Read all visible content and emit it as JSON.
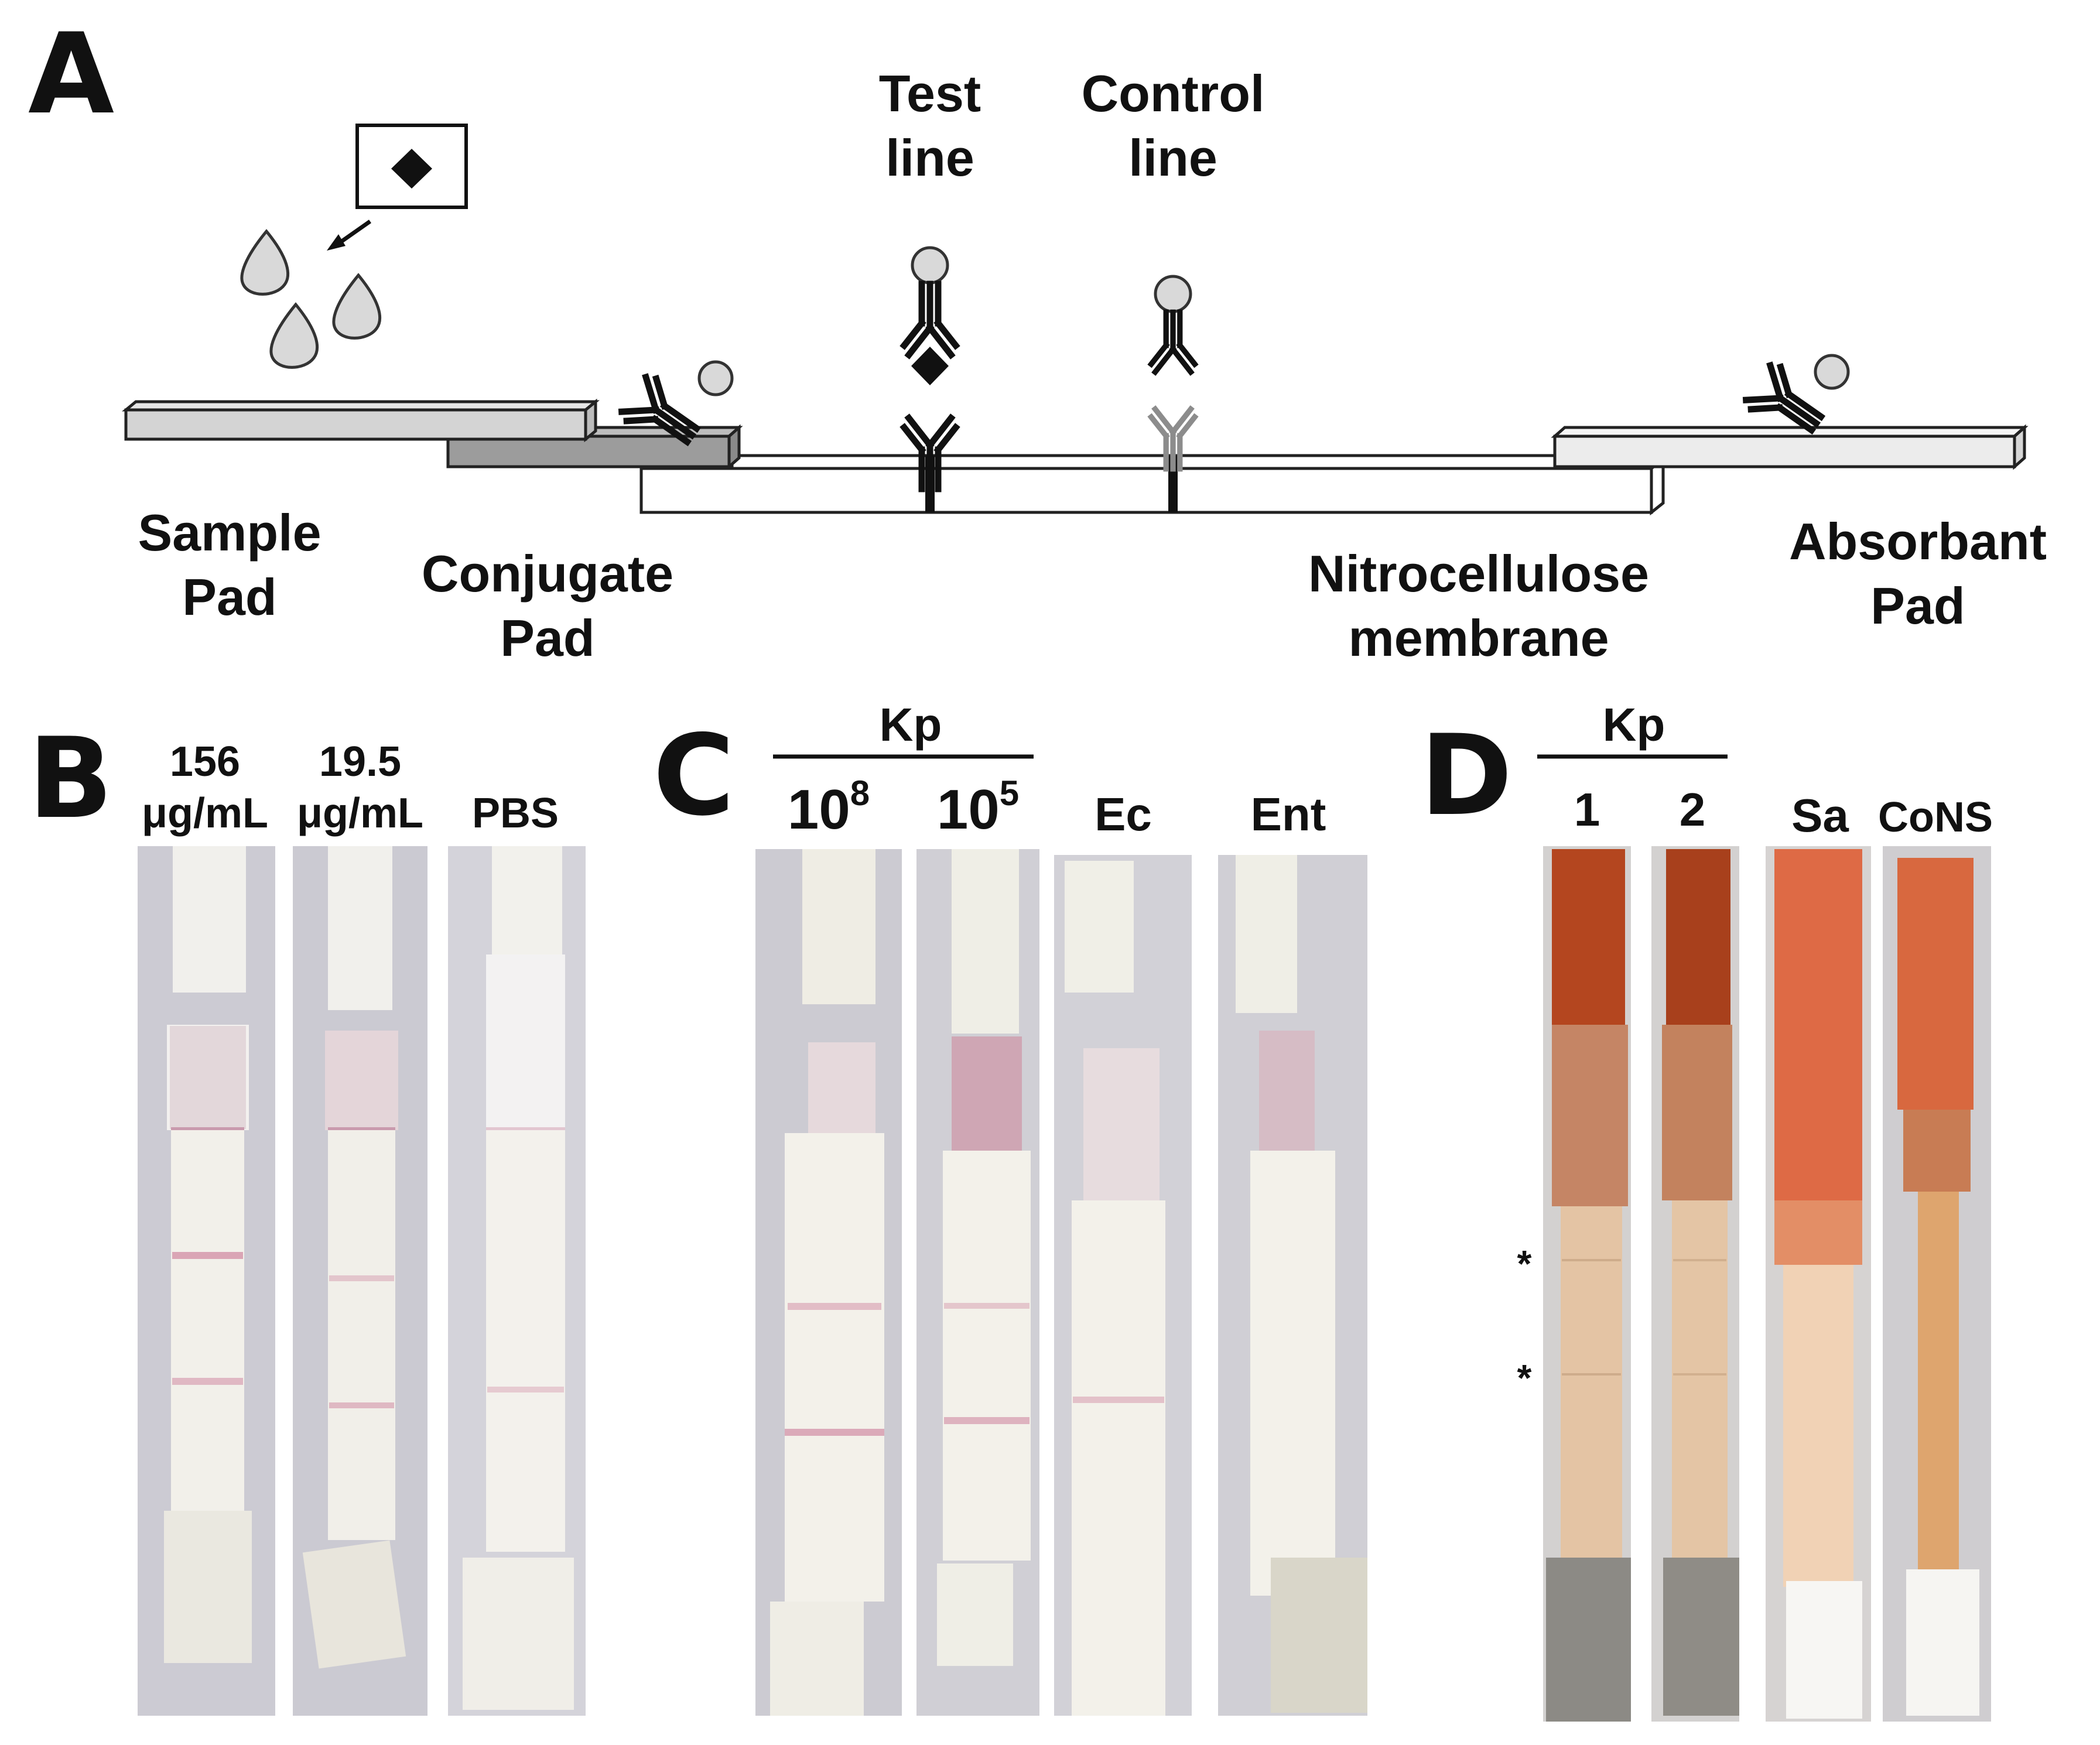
{
  "panels": {
    "a": {
      "letter": "A",
      "labels": {
        "test_line": [
          "Test",
          "line"
        ],
        "control_line": [
          "Control",
          "line"
        ],
        "sample_pad": [
          "Sample",
          "Pad"
        ],
        "conjugate_pad": [
          "Conjugate",
          "Pad"
        ],
        "membrane": [
          "Nitrocellulose",
          "membrane"
        ],
        "absorbant_pad": [
          "Absorbant",
          "Pad"
        ]
      }
    },
    "b": {
      "letter": "B",
      "lanes": [
        {
          "label": [
            "156",
            "μg/mL"
          ],
          "test_band": "visible",
          "control_band": "visible"
        },
        {
          "label": [
            "19.5",
            "μg/mL"
          ],
          "test_band": "faint",
          "control_band": "visible"
        },
        {
          "label": [
            "PBS"
          ],
          "test_band": "none",
          "control_band": "visible"
        }
      ]
    },
    "c": {
      "letter": "C",
      "group_label": "Kp",
      "lanes": [
        {
          "base": "10",
          "exp": "8",
          "test_band": "visible",
          "control_band": "visible"
        },
        {
          "base": "10",
          "exp": "5",
          "test_band": "visible",
          "control_band": "visible"
        },
        {
          "base": "Ec",
          "exp": "",
          "test_band": "none",
          "control_band": "visible"
        },
        {
          "base": "Ent",
          "exp": "",
          "test_band": "none",
          "control_band": "none"
        }
      ]
    },
    "d": {
      "letter": "D",
      "group_label": "Kp",
      "lanes": [
        {
          "label": "1"
        },
        {
          "label": "2"
        },
        {
          "label": "Sa"
        },
        {
          "label": "CoNS"
        }
      ],
      "markers": [
        "*",
        "*"
      ]
    }
  },
  "colors": {
    "sample_pad": "#d4d4d4",
    "conjugate_pad": "#9c9c9c",
    "absorbant_pad": "#ececec",
    "control_antibody": "#8c8c8c",
    "strip_background": "#cbcbd4",
    "band_pink": "#d392a8",
    "blood_strip": "#c8774b"
  }
}
